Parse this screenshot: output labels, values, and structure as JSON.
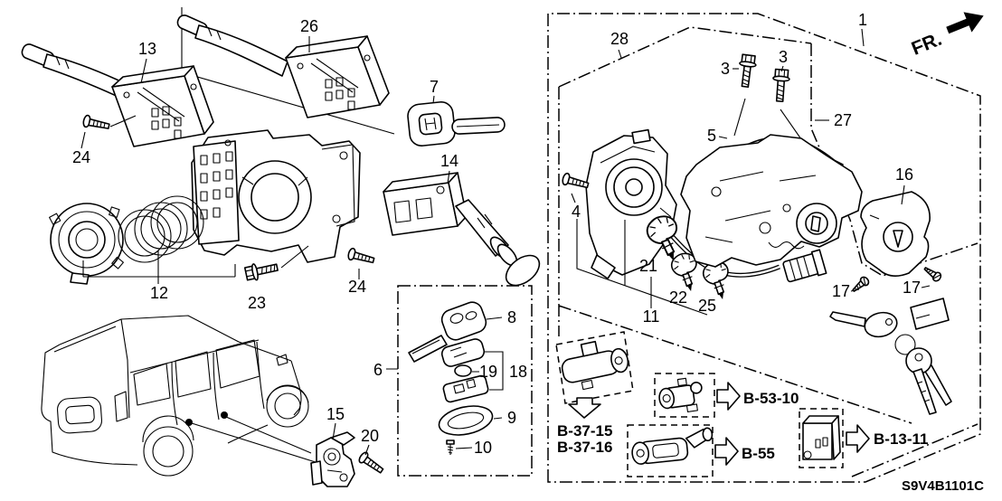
{
  "callouts": {
    "c1": "1",
    "c3a": "3",
    "c3b": "3",
    "c4": "4",
    "c5": "5",
    "c6": "6",
    "c7": "7",
    "c8": "8",
    "c9": "9",
    "c10": "10",
    "c11": "11",
    "c12": "12",
    "c13": "13",
    "c14": "14",
    "c15": "15",
    "c16": "16",
    "c17a": "17",
    "c17b": "17",
    "c18": "18",
    "c19": "19",
    "c20": "20",
    "c21": "21",
    "c22": "22",
    "c23": "23",
    "c24a": "24",
    "c24b": "24",
    "c25": "25",
    "c26": "26",
    "c27": "27",
    "c28": "28"
  },
  "refs": {
    "b37a": "B-37-15",
    "b37b": "B-37-16",
    "b53": "B-53-10",
    "b55": "B-55",
    "b13": "B-13-11"
  },
  "direction_arrow": {
    "label": "FR."
  },
  "diagram_code": "S9V4B1101C"
}
